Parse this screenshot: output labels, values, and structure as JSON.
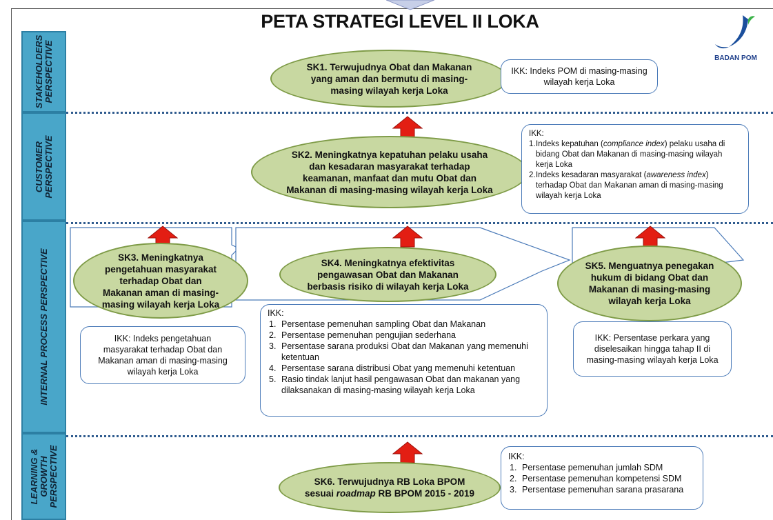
{
  "title": "PETA STRATEGI LEVEL II LOKA",
  "logo": {
    "name": "BADAN POM"
  },
  "perspectives": [
    {
      "id": "stakeholders",
      "label": "STAKEHOLDERS\nPERSPECTIVE"
    },
    {
      "id": "customer",
      "label": "CUSTOMER\nPERSPECTIVE"
    },
    {
      "id": "internal",
      "label": "INTERNAL PROCESS PERSPECTIVE"
    },
    {
      "id": "learning",
      "label": "LEARNING &\nGROWTH\nPERSPECTIVE"
    }
  ],
  "objectives": {
    "sk1": "SK1. Terwujudnya Obat dan Makanan\nyang aman dan bermutu di masing-\nmasing wilayah kerja Loka",
    "sk2": "SK2. Meningkatnya kepatuhan pelaku usaha\ndan kesadaran masyarakat terhadap\nkeamanan, manfaat dan mutu Obat dan\nMakanan di masing-masing wilayah kerja Loka",
    "sk3": "SK3. Meningkatnya\npengetahuan masyarakat\nterhadap Obat dan\nMakanan aman di masing-\nmasing wilayah kerja Loka",
    "sk4": "SK4. Meningkatnya efektivitas\npengawasan Obat dan Makanan\nberbasis risiko di wilayah kerja Loka",
    "sk5": "SK5. Menguatnya penegakan\nhukum di bidang Obat dan\nMakanan di masing-masing\nwilayah kerja Loka",
    "sk6_line1": "SK6. Terwujudnya RB Loka BPOM",
    "sk6_line2_pre": "sesuai ",
    "sk6_line2_em": "roadmap",
    "sk6_line2_post": " RB BPOM 2015 - 2019"
  },
  "ikk": {
    "sk1": "IKK: Indeks POM di masing-masing\nwilayah kerja Loka",
    "sk2_head": "IKK:",
    "sk2_items": [
      {
        "num": "1.",
        "pre": "Indeks kepatuhan (",
        "em": "compliance index",
        "post": ") pelaku usaha di bidang Obat dan Makanan di masing-masing wilayah kerja Loka"
      },
      {
        "num": "2.",
        "pre": "Indeks kesadaran masyarakat (",
        "em": "awareness index",
        "post": ") terhadap Obat dan Makanan aman di masing-masing wilayah kerja Loka"
      }
    ],
    "sk3": "IKK: Indeks pengetahuan\nmasyarakat terhadap Obat dan\nMakanan aman di masing-masing\nwilayah kerja Loka",
    "sk4_head": "IKK:",
    "sk4_items": [
      {
        "num": "1.",
        "text": "Persentase pemenuhan sampling Obat dan Makanan"
      },
      {
        "num": "2.",
        "text": "Persentase pemenuhan pengujian sederhana"
      },
      {
        "num": "3.",
        "text": "Persentase sarana produksi Obat dan Makanan yang memenuhi ketentuan"
      },
      {
        "num": "4.",
        "text": "Persentase sarana distribusi Obat yang memenuhi ketentuan"
      },
      {
        "num": "5.",
        "text": "Rasio tindak lanjut hasil pengawasan Obat dan makanan yang dilaksanakan di masing-masing wilayah kerja Loka"
      }
    ],
    "sk5": "IKK: Persentase perkara yang\ndiselesaikan hingga tahap II di\nmasing-masing wilayah kerja Loka",
    "sk6_head": "IKK:",
    "sk6_items": [
      {
        "num": "1.",
        "text": "Persentase pemenuhan jumlah SDM"
      },
      {
        "num": "2.",
        "text": "Persentase pemenuhan kompetensi SDM"
      },
      {
        "num": "3.",
        "text": "Persentase pemenuhan sarana prasarana"
      }
    ]
  },
  "colors": {
    "perspective_fill": "#49a6c9",
    "oval_fill": "#c8d8a1",
    "oval_border": "#7e9b47",
    "arrow": "#e31e13",
    "box_border": "#4a7ab8",
    "divider": "#2f5b8e"
  }
}
